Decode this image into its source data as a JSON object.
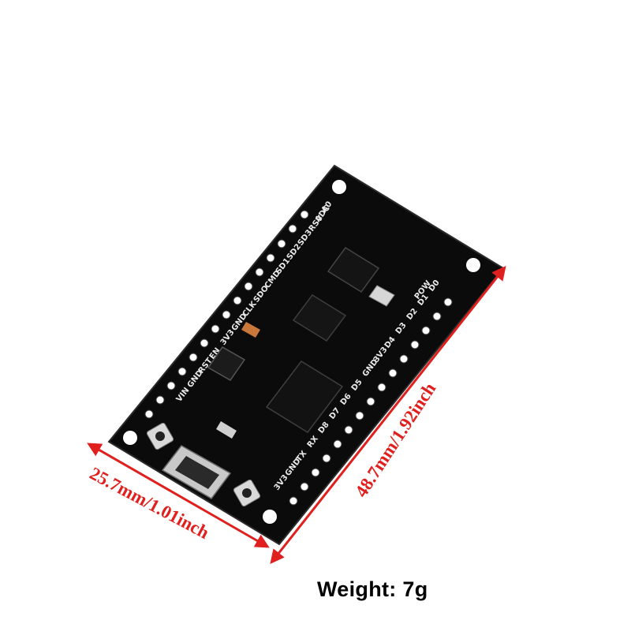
{
  "product": {
    "weight_label": "Weight: 7g",
    "width_dimension": "25.7mm/1.01inch",
    "length_dimension": "48.7mm/1.92inch"
  },
  "silkscreen": {
    "left_pins": [
      "VIN",
      "GND",
      "RST",
      "EN",
      "3V3",
      "GND",
      "CLK",
      "SDO",
      "CMD",
      "SD1",
      "SD2",
      "SD3",
      "RSV",
      "ADC",
      "A0"
    ],
    "right_pins": [
      "3V3",
      "GND",
      "TX",
      "RX",
      "D8",
      "D7",
      "D6",
      "D5",
      "GND",
      "3V3",
      "D4",
      "D3",
      "D2",
      "D1",
      "D0"
    ],
    "power_label": "POW"
  },
  "colors": {
    "board": "#0b0b0c",
    "dimension": "#e0201e",
    "silkscreen": "#e8e8e8"
  }
}
